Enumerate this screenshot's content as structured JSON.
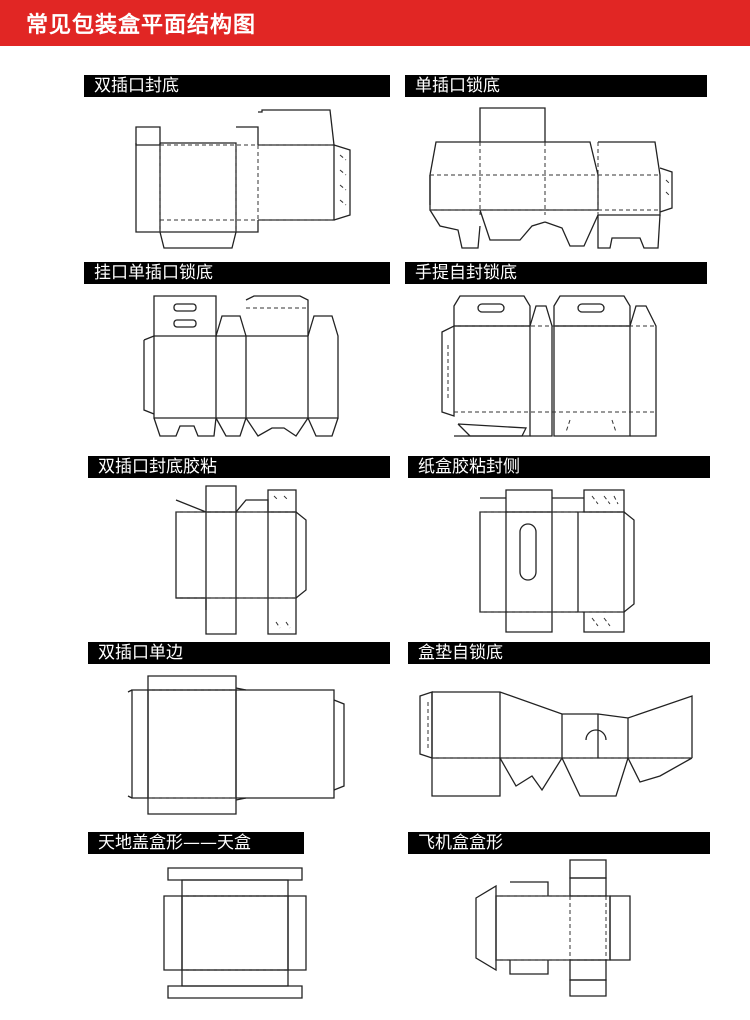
{
  "header": {
    "title": "常见包装盒平面结构图",
    "color": "#e12624"
  },
  "panels": [
    {
      "label": "双插口封底"
    },
    {
      "label": "单插口锁底"
    },
    {
      "label": "挂口单插口锁底"
    },
    {
      "label": "手提自封锁底"
    },
    {
      "label": "双插口封底胶粘"
    },
    {
      "label": "纸盒胶粘封侧"
    },
    {
      "label": "双插口单边"
    },
    {
      "label": "盒垫自锁底"
    },
    {
      "label": "天地盖盒形——天盒"
    },
    {
      "label": "飞机盒盒形"
    }
  ]
}
